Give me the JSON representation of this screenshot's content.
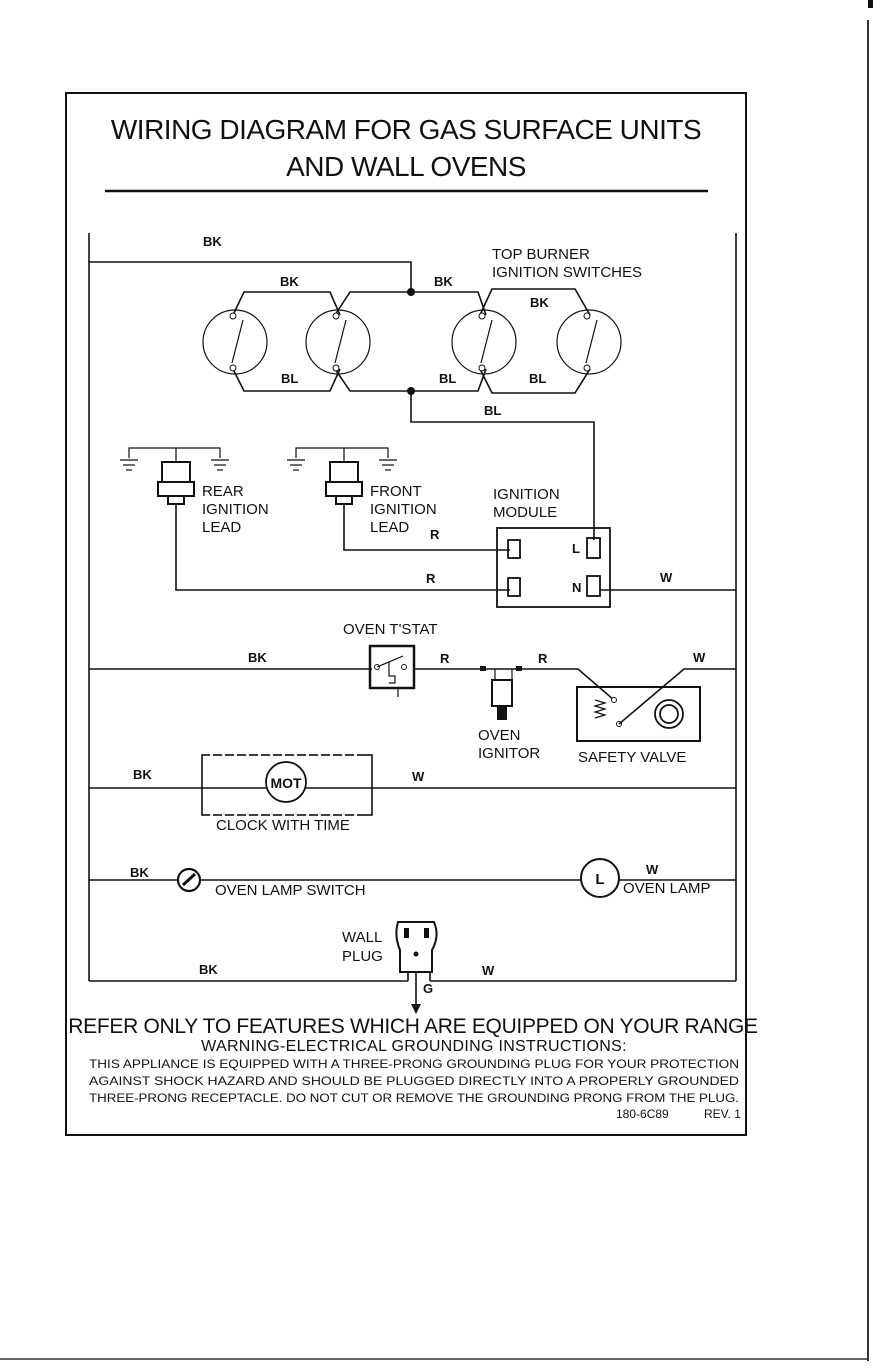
{
  "title_line1": "WIRING DIAGRAM FOR GAS SURFACE UNITS",
  "title_line2": "AND WALL OVENS",
  "labels": {
    "top_burner": "TOP BURNER",
    "ignition_switches": "IGNITION SWITCHES",
    "rear1": "REAR",
    "rear2": "IGNITION",
    "rear3": "LEAD",
    "front1": "FRONT",
    "front2": "IGNITION",
    "front3": "LEAD",
    "module1": "IGNITION",
    "module2": "MODULE",
    "module_l": "L",
    "module_n": "N",
    "tstat": "OVEN T'STAT",
    "ignitor1": "OVEN",
    "ignitor2": "IGNITOR",
    "safety_valve": "SAFETY VALVE",
    "clock": "CLOCK WITH TIME",
    "clock_mot": "MOT",
    "lamp_switch": "OVEN LAMP SWITCH",
    "lamp_l": "L",
    "oven_lamp": "OVEN LAMP",
    "wall": "WALL",
    "plug": "PLUG",
    "ground_g": "G"
  },
  "wire_colors": {
    "bk": "BK",
    "bl": "BL",
    "r": "R",
    "w": "W"
  },
  "notes": {
    "refer": "REFER ONLY TO FEATURES WHICH ARE EQUIPPED ON YOUR RANGE",
    "warning_title": "WARNING-ELECTRICAL GROUNDING INSTRUCTIONS:",
    "warning_line1": "THIS APPLIANCE IS EQUIPPED WITH A THREE-PRONG GROUNDING PLUG FOR YOUR PROTECTION",
    "warning_line2": "AGAINST SHOCK HAZARD AND SHOULD BE PLUGGED DIRECTLY INTO A PROPERLY GROUNDED",
    "warning_line3": "THREE-PRONG RECEPTACLE. DO NOT CUT OR REMOVE THE GROUNDING PRONG FROM THE PLUG.",
    "part_no": "180-6C89",
    "rev": "REV. 1"
  }
}
